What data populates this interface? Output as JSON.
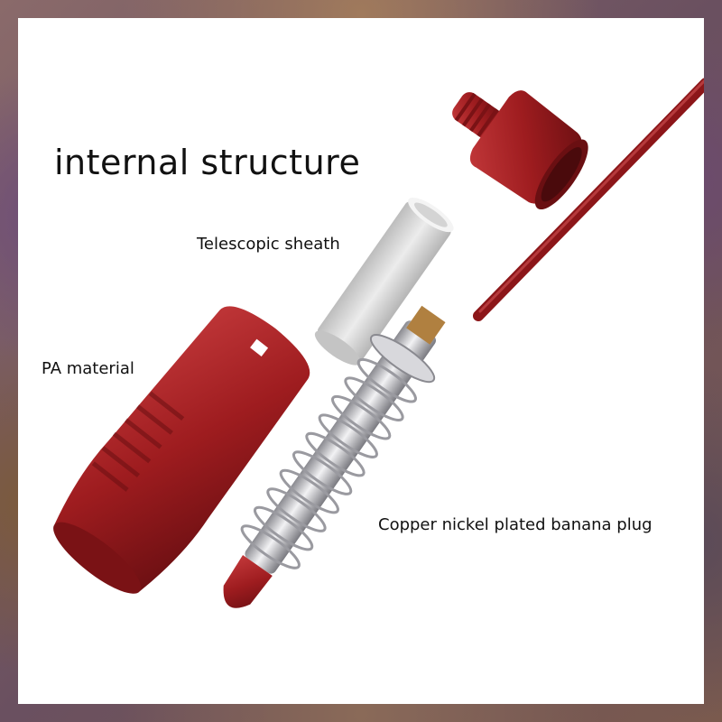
{
  "title": "internal structure",
  "labels": {
    "sheath": "Telescopic sheath",
    "pa_material": "PA material",
    "plug": "Copper nickel plated banana plug"
  },
  "colors": {
    "background": "#ffffff",
    "red_part": "#9e1c1f",
    "sheath": "#d9d9d9",
    "metal": "#c8c8cc"
  }
}
